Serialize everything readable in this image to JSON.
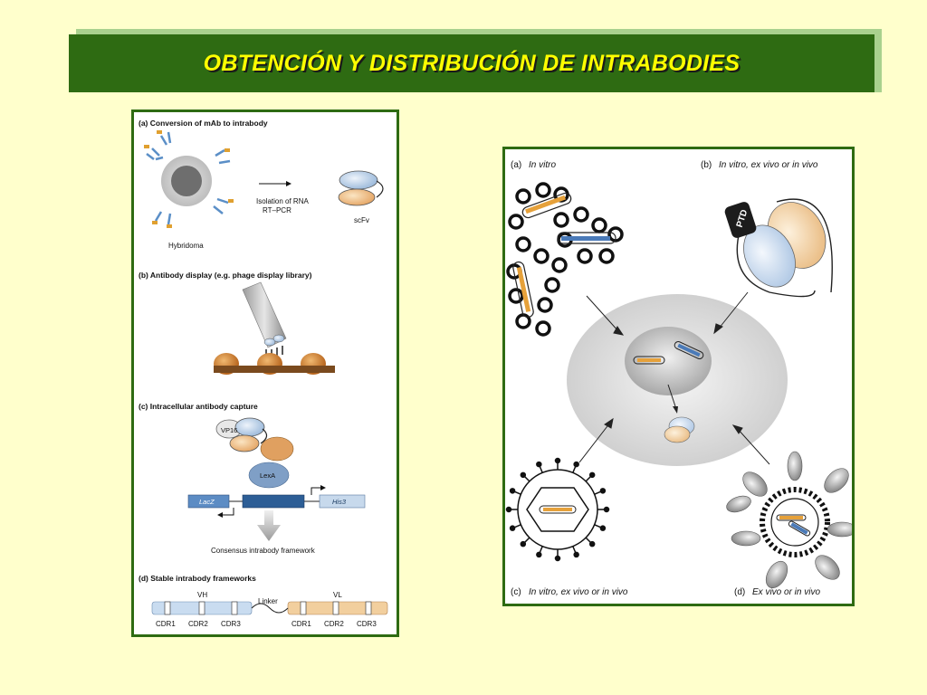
{
  "title": "OBTENCIÓN Y DISTRIBUCIÓN DE INTRABODIES",
  "left_panel": {
    "a": {
      "heading": "(a) Conversion of mAb to intrabody",
      "isolation_line1": "Isolation of RNA",
      "isolation_line2": "RT–PCR",
      "hybridoma": "Hybridoma",
      "scfv": "scFv"
    },
    "b": {
      "heading": "(b) Antibody display (e.g. phage display library)"
    },
    "c": {
      "heading": "(c) Intracellular antibody capture",
      "vp16": "VP16",
      "lexa": "LexA",
      "lacz": "LacZ",
      "his3": "His3",
      "framework": "Consensus intrabody framework"
    },
    "d": {
      "heading": "(d) Stable intrabody frameworks",
      "vh": "VH",
      "vl": "VL",
      "linker": "Linker",
      "cdrs": [
        "CDR1",
        "CDR2",
        "CDR3",
        "CDR1",
        "CDR2",
        "CDR3"
      ]
    }
  },
  "right_panel": {
    "a_label": "(a)",
    "a_text": "In vitro",
    "b_label": "(b)",
    "b_text": "In vitro, ex vivo or in vivo",
    "c_label": "(c)",
    "c_text": "In vitro, ex vivo or in vivo",
    "d_label": "(d)",
    "d_text": "Ex vivo or in vivo",
    "ptd": "PTD"
  },
  "colors": {
    "background": "#ffffcc",
    "title_bar": "#2e6b12",
    "title_text": "#ffff00",
    "panel_border": "#2e6b12",
    "light_blue": "#c9dcf0",
    "peach": "#f2cf9e",
    "orange_brown": "#cc8a3a"
  }
}
